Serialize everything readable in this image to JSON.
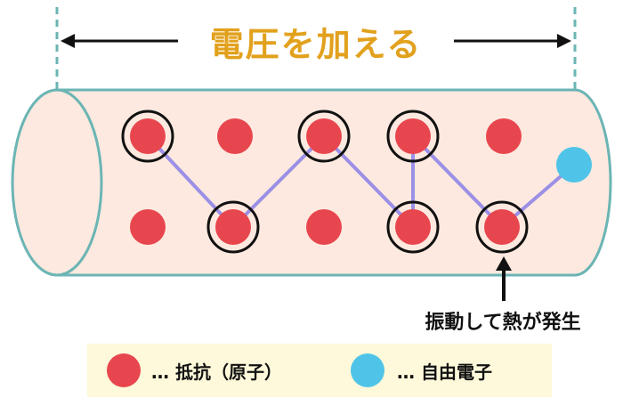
{
  "title": "電圧を加える",
  "annotation": "振動して熱が発生",
  "legend": {
    "atom_label": "… 抵抗（原子）",
    "electron_label": "… 自由電子"
  },
  "colors": {
    "title": "#e2a11d",
    "wire_fill": "#fde9df",
    "wire_outline": "#6bb5b4",
    "atom": "#e8464e",
    "electron": "#4fc4e8",
    "path": "#9b8fe6",
    "legend_background": "#fdf9da"
  }
}
